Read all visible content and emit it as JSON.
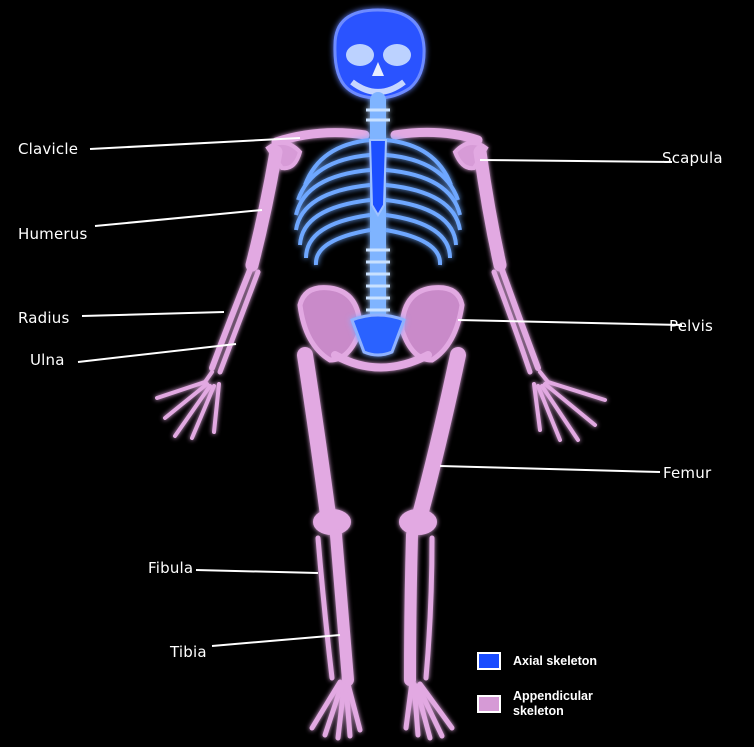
{
  "labels": {
    "clavicle": "Clavicle",
    "humerus": "Humerus",
    "radius": "Radius",
    "ulna": "Ulna",
    "fibula": "Fibula",
    "tibia": "Tibia",
    "scapula": "Scapula",
    "pelvis": "Pelvis",
    "femur": "Femur"
  },
  "legend": {
    "axial": {
      "label": "Axial skeleton",
      "color": "#1a4cff"
    },
    "appendicular": {
      "label": "Appendicular\nskeleton",
      "color": "#d69ad6"
    }
  }
}
